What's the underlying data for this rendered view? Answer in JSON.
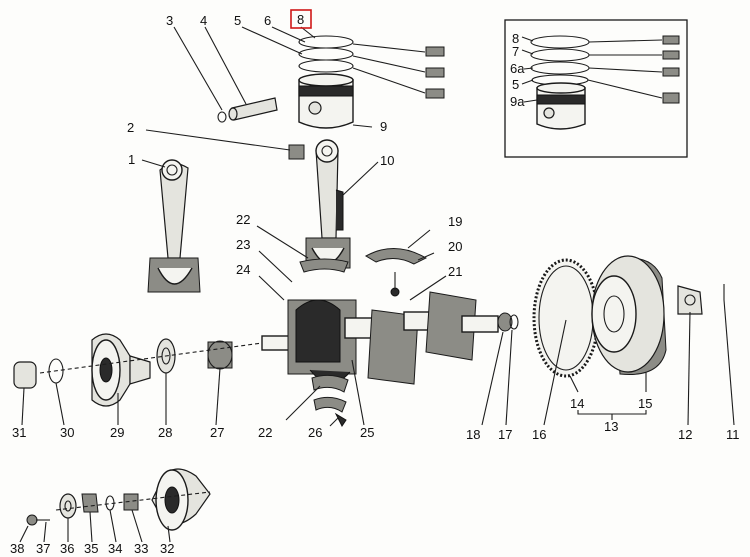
{
  "diagram": {
    "highlight_color": "#d01818",
    "inset_labels": [
      "8",
      "7",
      "6a",
      "5",
      "9a"
    ],
    "callouts": [
      {
        "id": "3",
        "text": "3"
      },
      {
        "id": "4",
        "text": "4"
      },
      {
        "id": "5",
        "text": "5"
      },
      {
        "id": "6",
        "text": "6"
      },
      {
        "id": "8",
        "text": "8",
        "highlighted": true
      },
      {
        "id": "9",
        "text": "9"
      },
      {
        "id": "2",
        "text": "2"
      },
      {
        "id": "1",
        "text": "1"
      },
      {
        "id": "10",
        "text": "10"
      },
      {
        "id": "19",
        "text": "19"
      },
      {
        "id": "20",
        "text": "20"
      },
      {
        "id": "21",
        "text": "21"
      },
      {
        "id": "22a",
        "text": "22"
      },
      {
        "id": "23",
        "text": "23"
      },
      {
        "id": "24",
        "text": "24"
      },
      {
        "id": "31",
        "text": "31"
      },
      {
        "id": "30",
        "text": "30"
      },
      {
        "id": "29",
        "text": "29"
      },
      {
        "id": "28",
        "text": "28"
      },
      {
        "id": "27",
        "text": "27"
      },
      {
        "id": "22b",
        "text": "22"
      },
      {
        "id": "26",
        "text": "26"
      },
      {
        "id": "25",
        "text": "25"
      },
      {
        "id": "18",
        "text": "18"
      },
      {
        "id": "17",
        "text": "17"
      },
      {
        "id": "16",
        "text": "16"
      },
      {
        "id": "14",
        "text": "14"
      },
      {
        "id": "15",
        "text": "15"
      },
      {
        "id": "13",
        "text": "13"
      },
      {
        "id": "12",
        "text": "12"
      },
      {
        "id": "11",
        "text": "11"
      },
      {
        "id": "38",
        "text": "38"
      },
      {
        "id": "37",
        "text": "37"
      },
      {
        "id": "36",
        "text": "36"
      },
      {
        "id": "35",
        "text": "35"
      },
      {
        "id": "34",
        "text": "34"
      },
      {
        "id": "33",
        "text": "33"
      },
      {
        "id": "32",
        "text": "32"
      }
    ]
  }
}
